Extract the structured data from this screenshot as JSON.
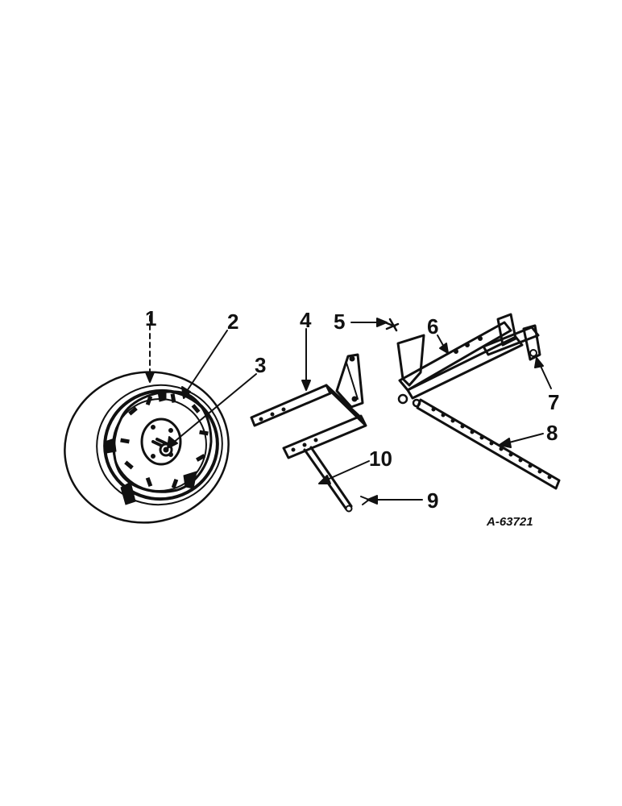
{
  "callouts": {
    "c1": "1",
    "c2": "2",
    "c3": "3",
    "c4": "4",
    "c5": "5",
    "c6": "6",
    "c7": "7",
    "c8": "8",
    "c9": "9",
    "c10": "10"
  },
  "figure_ref": "A-63721",
  "colors": {
    "ink": "#111111",
    "paper": "#ffffff"
  }
}
